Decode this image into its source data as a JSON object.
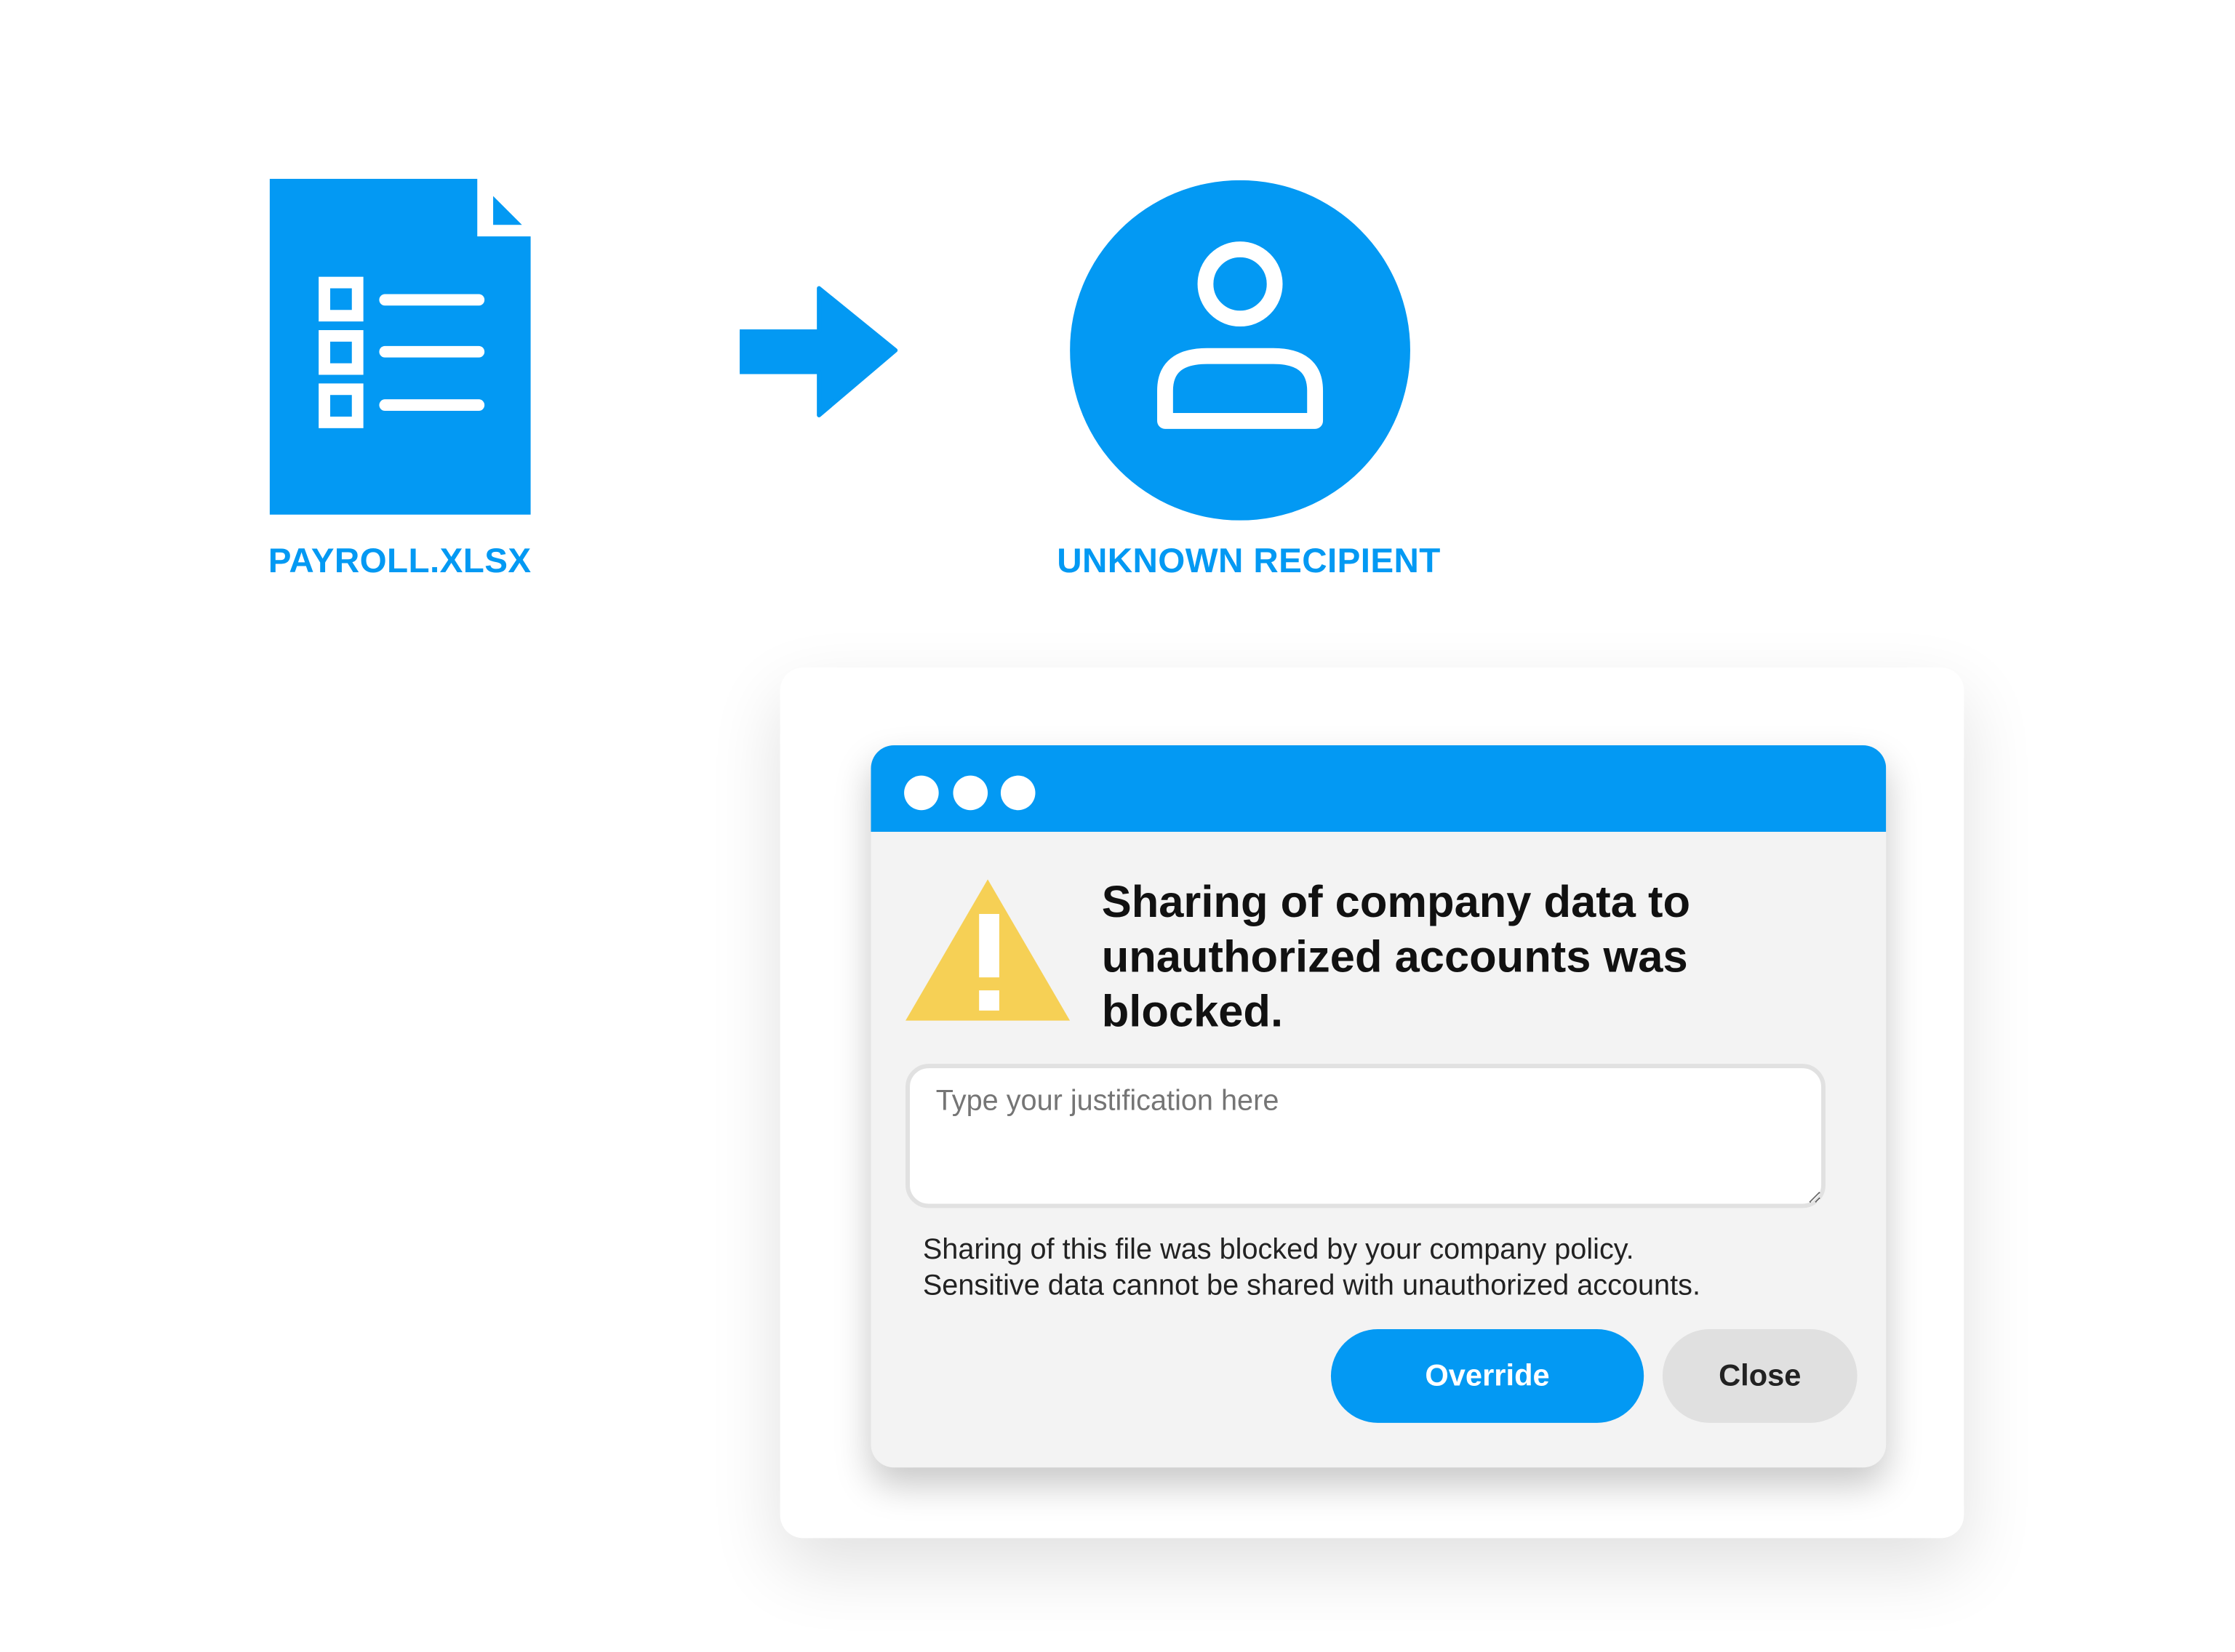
{
  "file": {
    "name": "PAYROLL.XLSX",
    "icon": "spreadsheet-document-icon"
  },
  "arrow": {
    "icon": "arrow-right-icon"
  },
  "recipient": {
    "name": "UNKNOWN RECIPIENT",
    "icon": "user-icon"
  },
  "dialog": {
    "window_controls": [
      "dot",
      "dot",
      "dot"
    ],
    "warning_icon": "warning-triangle-icon",
    "title": "Sharing of company data to unauthorized accounts was blocked.",
    "justification_placeholder": "Type your justification here",
    "description_line1": "Sharing of this file was blocked by your company policy.",
    "description_line2": "Sensitive data cannot be shared with unauthorized accounts.",
    "override_label": "Override",
    "close_label": "Close"
  },
  "colors": {
    "accent": "#0399f3",
    "warning": "#f6d055",
    "dialog_bg": "#f3f3f3"
  }
}
